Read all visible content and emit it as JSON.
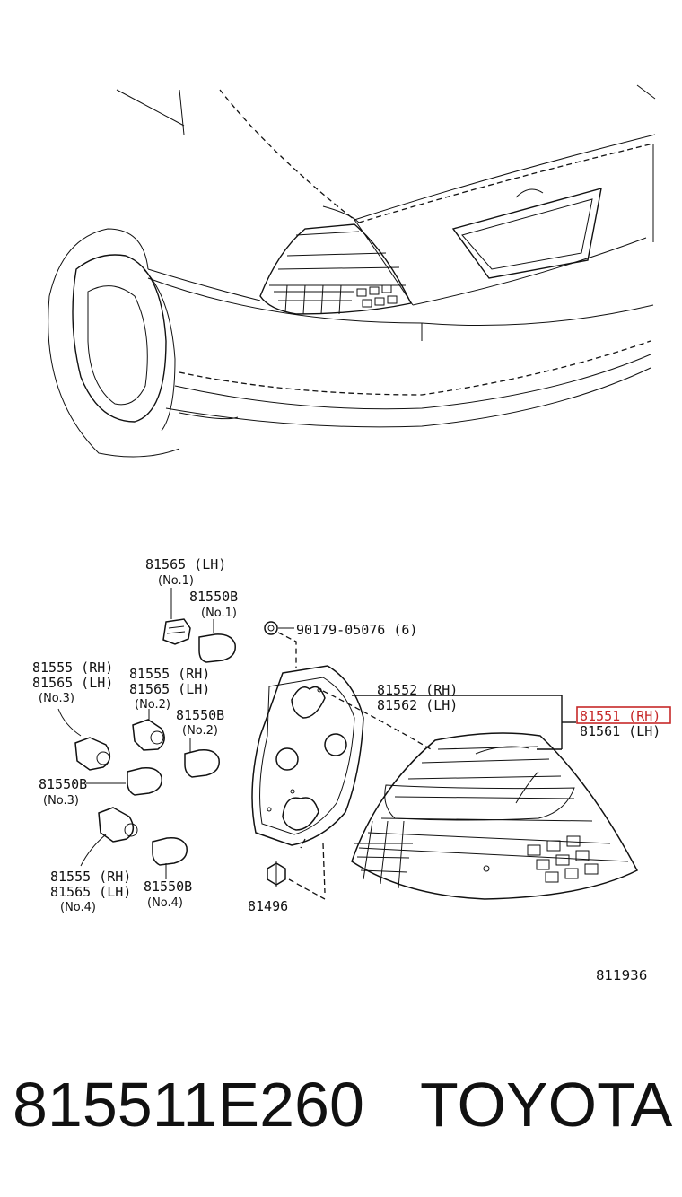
{
  "labels": {
    "p81565_lh_top": "81565 (LH)",
    "no1_a": "(No.1)",
    "p81550b_1": "81550B",
    "no1_b": "(No.1)",
    "p90179": "90179-05076 (6)",
    "p81555_rh_3": "81555 (RH)",
    "p81565_lh_3": "81565 (LH)",
    "no3_a": "(No.3)",
    "p81555_rh_2": "81555 (RH)",
    "p81565_lh_2": "81565 (LH)",
    "no2_a": "(No.2)",
    "p81550b_2": "81550B",
    "no2_b": "(No.2)",
    "p81552_rh": "81552 (RH)",
    "p81562_lh": "81562 (LH)",
    "p81551_rh": "81551 (RH)",
    "p81561_lh": "81561 (LH)",
    "p81550b_3": "81550B",
    "no3_b": "(No.3)",
    "p81555_rh_4": "81555 (RH)",
    "p81565_lh_4": "81565 (LH)",
    "no4_a": "(No.4)",
    "p81550b_4": "81550B",
    "no4_b": "(No.4)",
    "p81496": "81496",
    "diagram_code": "811936"
  },
  "footer": {
    "part_number": "815511E260",
    "brand": "TOYOTA"
  },
  "colors": {
    "highlight": "#c62828",
    "line": "#111111"
  }
}
